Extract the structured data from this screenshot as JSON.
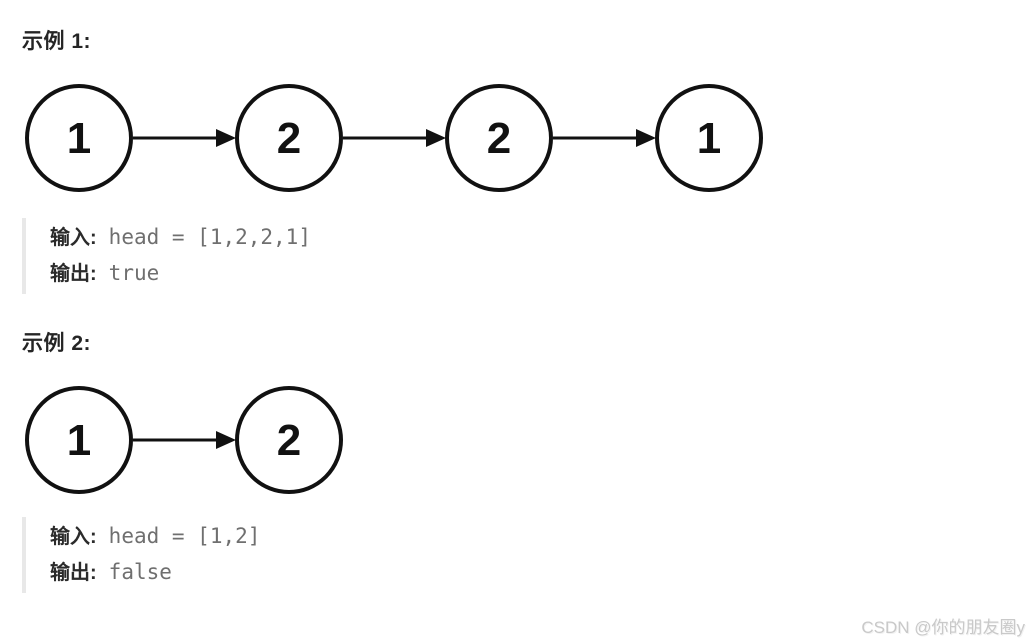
{
  "page": {
    "watermark": "CSDN @你的朋友圈y"
  },
  "colors": {
    "background": "#ffffff",
    "node_stroke": "#111111",
    "node_fill": "#ffffff",
    "heading_text": "#252525",
    "label_text": "#2b2b2b",
    "code_text": "#6f6f6f",
    "block_border": "#e8e8e8",
    "watermark_text": "#c9c9c9"
  },
  "examples": [
    {
      "heading": "示例 1:",
      "diagram": {
        "nodes": [
          "1",
          "2",
          "2",
          "1"
        ]
      },
      "io": {
        "input_label": "输入:",
        "input_value": "head = [1,2,2,1]",
        "output_label": "输出:",
        "output_value": "true"
      }
    },
    {
      "heading": "示例 2:",
      "diagram": {
        "nodes": [
          "1",
          "2"
        ]
      },
      "io": {
        "input_label": "输入:",
        "input_value": "head = [1,2]",
        "output_label": "输出:",
        "output_value": "false"
      }
    }
  ]
}
